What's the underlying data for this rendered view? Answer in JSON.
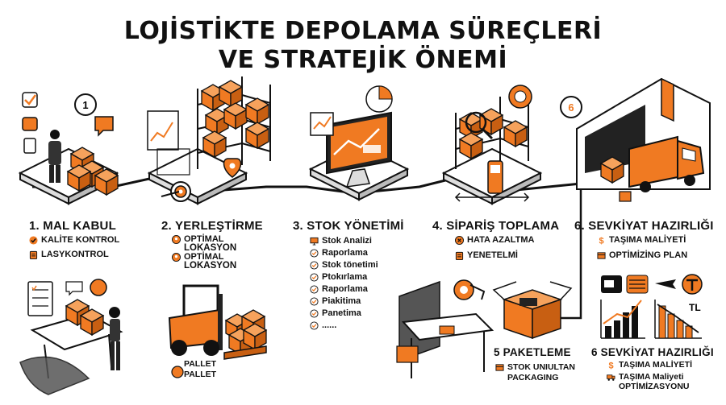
{
  "title": {
    "line1": "LOJİSTİKTE DEPOLAMA SÜREÇLERİ",
    "line2": "VE STRATEJİK ÖNEMİ"
  },
  "colors": {
    "accent": "#f07a22",
    "ink": "#111111",
    "paper": "#ffffff"
  },
  "badges": {
    "step1": "1",
    "step6": "6",
    "tl": "TL"
  },
  "steps": [
    {
      "heading": "1. MAL KABUL",
      "items": [
        {
          "icon": "check-circle-icon",
          "text": "KALİTE KONTROL"
        },
        {
          "icon": "clipboard-icon",
          "text": "LASYKONTROL"
        }
      ]
    },
    {
      "heading": "2. YERLEŞTİRME",
      "items": [
        {
          "icon": "map-pin-icon",
          "text": "OPTİMAL"
        },
        {
          "icon": "",
          "text": "LOKASYON"
        },
        {
          "icon": "map-pin-icon",
          "text": "OPTİMAL"
        },
        {
          "icon": "",
          "text": "LOKASYON"
        }
      ]
    },
    {
      "heading": "3. STOK YÖNETİMİ",
      "items": [
        {
          "icon": "monitor-icon",
          "text": "Stok Analizi"
        },
        {
          "icon": "check-circle-icon",
          "text": "Raporlama"
        },
        {
          "icon": "check-circle-icon",
          "text": "Stok tönetimi"
        },
        {
          "icon": "check-circle-icon",
          "text": "Ptokırlama"
        },
        {
          "icon": "check-circle-icon",
          "text": "Raporlama"
        },
        {
          "icon": "check-circle-icon",
          "text": "Piakitima"
        },
        {
          "icon": "check-circle-icon",
          "text": "Panetima"
        },
        {
          "icon": "check-circle-icon",
          "text": "......"
        }
      ]
    },
    {
      "heading": "4. SİPARİŞ TOPLAMA",
      "items": [
        {
          "icon": "x-circle-icon",
          "text": "HATA AZALTMA"
        },
        {
          "icon": "clipboard-icon",
          "text": "YENETELMİ"
        }
      ]
    },
    {
      "heading": "6. SEVKİYAT HAZIRLIĞI",
      "items": [
        {
          "icon": "dollar-icon",
          "text": "TAŞIMA MALİYETİ"
        },
        {
          "icon": "box-icon",
          "text": "OPTİMİZİNG PLAN"
        }
      ]
    }
  ],
  "pallet": {
    "line1": "PALLET",
    "line2": "PALLET"
  },
  "packaging": {
    "heading": "5 PAKETLEME",
    "line1": "STOK UNIULTAN",
    "line2": "PACKAGING"
  },
  "shipping2": {
    "heading": "6 SEVKİYAT HAZIRLIĞI",
    "line1": "TAŞIMA MALİYETİ",
    "line2": "TAŞIMA Maliyeti",
    "line3": "OPTİMİZASYONU"
  }
}
